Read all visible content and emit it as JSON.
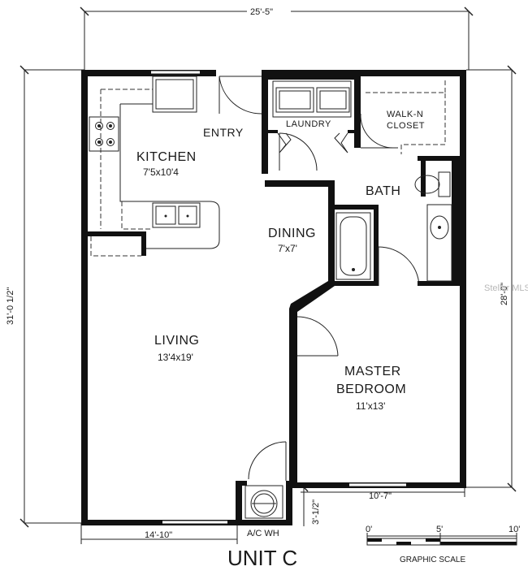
{
  "plan": {
    "title": "UNIT C",
    "rooms": {
      "entry": {
        "name": "ENTRY"
      },
      "kitchen": {
        "name": "KITCHEN",
        "size": "7'5x10'4"
      },
      "laundry": {
        "name": "LAUNDRY"
      },
      "closet": {
        "name_line1": "WALK-N",
        "name_line2": "CLOSET"
      },
      "bath": {
        "name": "BATH"
      },
      "dining": {
        "name": "DINING",
        "size": "7'x7'"
      },
      "living": {
        "name": "LIVING",
        "size": "13'4x19'"
      },
      "master": {
        "name_line1": "MASTER",
        "name_line2": "BEDROOM",
        "size": "11'x13'"
      },
      "acwh": {
        "name": "A/C WH"
      }
    },
    "dimensions": {
      "top_width": "25'-5\"",
      "left_height": "31'-0 1/2\"",
      "right_height": "28'-0\"",
      "bottom_left": "14'-10\"",
      "bottom_right": "10'-7\"",
      "bottom_offset": "3'-1/2\""
    },
    "scale": {
      "label": "GRAPHIC SCALE",
      "ticks": [
        "0'",
        "5'",
        "10'"
      ]
    },
    "watermark": "Stellar MLS"
  }
}
